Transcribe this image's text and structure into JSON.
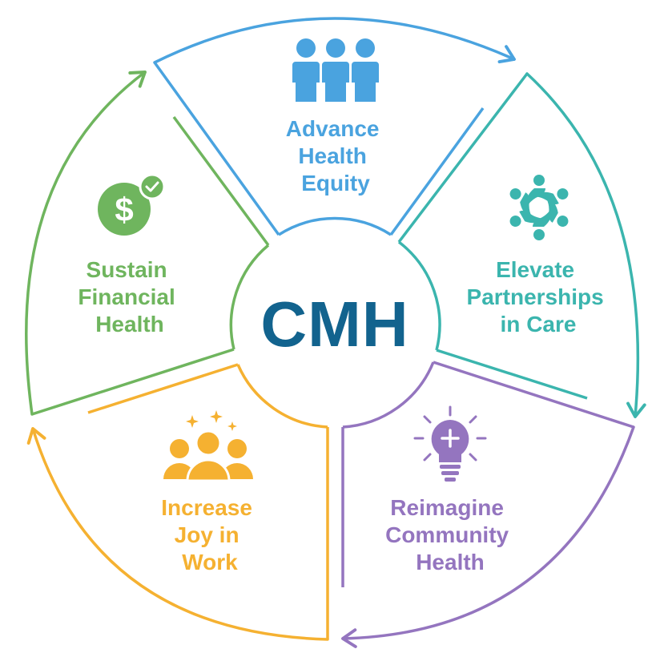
{
  "center": {
    "label": "CMH",
    "color": "#12638e"
  },
  "segments": [
    {
      "id": "health-equity",
      "lines": [
        "Advance",
        "Health",
        "Equity"
      ],
      "color": "#4aa3df",
      "icon": "people-group-icon"
    },
    {
      "id": "partnerships",
      "lines": [
        "Elevate",
        "Partnerships",
        "in Care"
      ],
      "color": "#3bb5ae",
      "icon": "partnership-circle-icon"
    },
    {
      "id": "community-health",
      "lines": [
        "Reimagine",
        "Community",
        "Health"
      ],
      "color": "#9475bf",
      "icon": "lightbulb-plus-icon"
    },
    {
      "id": "joy-in-work",
      "lines": [
        "Increase",
        "Joy in",
        "Work"
      ],
      "color": "#f5b131",
      "icon": "team-sparkle-icon"
    },
    {
      "id": "financial-health",
      "lines": [
        "Sustain",
        "Financial",
        "Health"
      ],
      "color": "#6fb55e",
      "icon": "dollar-check-icon"
    }
  ]
}
